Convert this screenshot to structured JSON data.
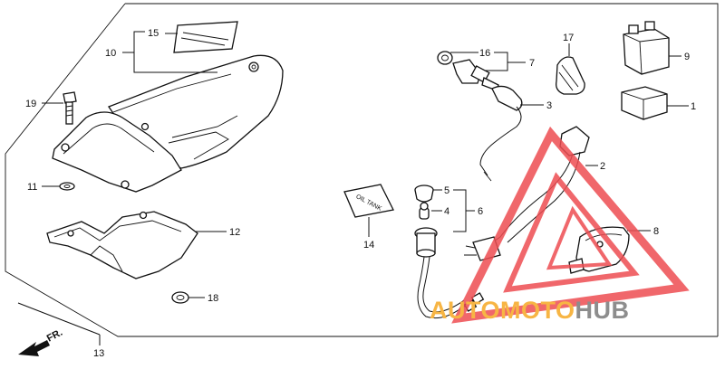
{
  "labels": {
    "p1": "1",
    "p2": "2",
    "p3": "3",
    "p4": "4",
    "p5": "5",
    "p6": "6",
    "p7": "7",
    "p8": "8",
    "p9": "9",
    "p10": "10",
    "p11": "11",
    "p12": "12",
    "p13": "13",
    "p14": "14",
    "p15": "15",
    "p16": "16",
    "p17": "17",
    "p18": "18",
    "p19": "19"
  },
  "decal_text": "OIL TANK",
  "direction_label": "FR.",
  "watermark": {
    "part1": "AUTOMOTO",
    "part2": "HUB",
    "color1": "#f7b544",
    "color2": "#8d8d8d",
    "logo_color": "#ee4d52"
  },
  "colors": {
    "line": "#111111",
    "background": "#ffffff"
  }
}
